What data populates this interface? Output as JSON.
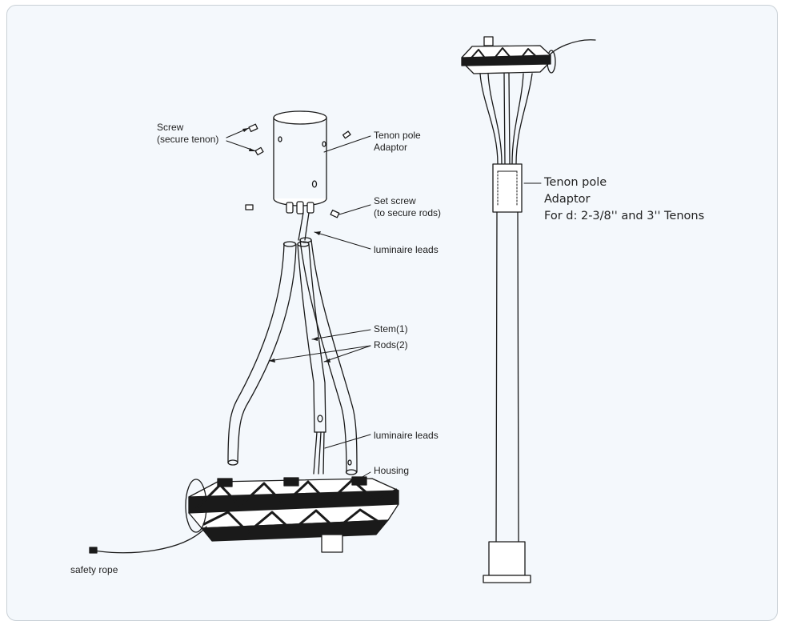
{
  "labels": {
    "screw_line1": "Screw",
    "screw_line2": "(secure tenon)",
    "adaptor_line1": "Tenon pole",
    "adaptor_line2": "Adaptor",
    "set_screw_line1": "Set screw",
    "set_screw_line2": "(to secure rods)",
    "leads_top": "luminaire leads",
    "stem": "Stem(1)",
    "rods": "Rods(2)",
    "leads_bottom": "luminaire leads",
    "housing": "Housing",
    "safety_rope": "safety rope"
  },
  "right_labels": {
    "line1": "Tenon pole",
    "line2": "Adaptor",
    "line3": "For d: 2-3/8'' and 3'' Tenons"
  },
  "colors": {
    "line": "#1a1a1a",
    "card_bg": "#f4f8fc",
    "card_border": "#c9d0d6"
  }
}
